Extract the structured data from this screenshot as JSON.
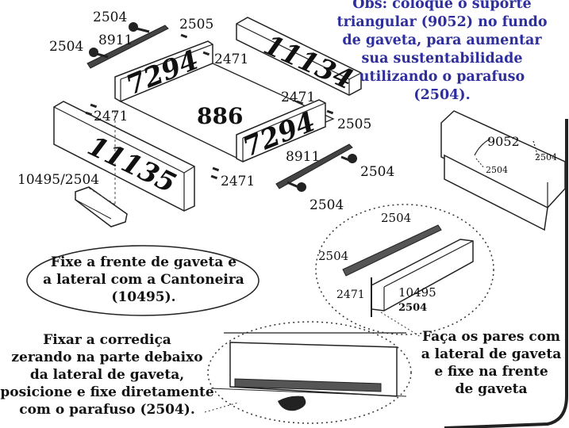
{
  "note": {
    "lines": [
      "Obs: coloque o suporte",
      "triangular (9052) no fundo",
      "de gaveta, para aumentar",
      "sua sustentabilidade",
      "utilizando o parafuso",
      "(2504)."
    ],
    "color": "#2e2e9e"
  },
  "labels": {
    "screw_top": "2504",
    "screw_left": "2504",
    "slide_top": "8911",
    "dowel_top": "2505",
    "dowel_right_top": "2471",
    "back_panel": "11134",
    "side_back": "7294",
    "bottom_panel": "886",
    "dowel_mid_right": "2471",
    "dowel_front_left": "2471",
    "dowel_right": "2505",
    "side_front": "7294",
    "slide_right": "8911",
    "screw_right": "2504",
    "front_panel": "11135",
    "bracket_label": "10495/2504",
    "dowel_front_bottom": "2471",
    "screw_bottom": "2504",
    "support_part": "9052",
    "support_screw_left": "2504",
    "support_screw_right": "2504",
    "detail_screw_top": "2504",
    "detail_screw_left": "2504",
    "detail_dowel": "2471",
    "detail_bracket": "10495",
    "detail_screw_bottom": "2504"
  },
  "instructions": {
    "bracket_note": [
      "Fixe a frente de gaveta e",
      "a lateral com a Cantoneira",
      "(10495)."
    ],
    "slide_note": [
      "Fixar a corrediça",
      "zerando na parte debaixo",
      "da lateral de gaveta,",
      "posicione e fixe diretamente",
      "com o parafuso (2504)."
    ],
    "pair_note": [
      "Faça os pares com",
      "a lateral de gaveta",
      "e fixe na frente",
      "de gaveta"
    ]
  }
}
